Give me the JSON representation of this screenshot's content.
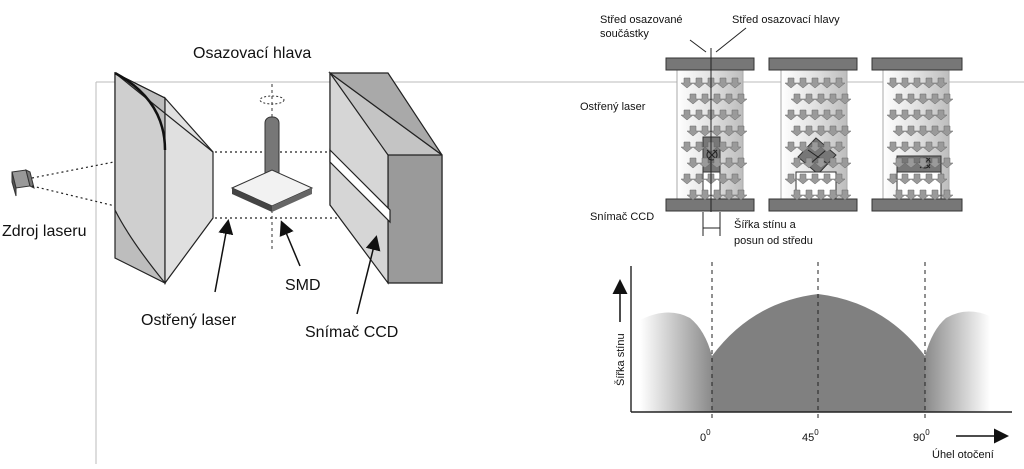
{
  "left_diagram": {
    "head_label": "Osazovací hlava",
    "laser_source_label": "Zdroj laseru",
    "focused_laser_label": "Ostřený laser",
    "smd_label": "SMD",
    "ccd_label": "Snímač CCD"
  },
  "right_diagram": {
    "component_center_label": [
      "Střed osazované",
      "součástky"
    ],
    "head_center_label": "Střed osazovací hlavy",
    "focused_laser_label": "Ostřený laser",
    "ccd_label": "Snímač CCD",
    "shadow_label": [
      "Šířka stínu a",
      "posun od středu"
    ]
  },
  "chart_data": {
    "type": "area",
    "title": "",
    "xlabel": "Úhel otočení",
    "ylabel": "Šířka stínu",
    "tick_base": [
      "0",
      "45",
      "90"
    ],
    "tick_sup": [
      "0",
      "0",
      "0"
    ],
    "x": [
      0,
      45,
      90
    ],
    "note": "shadow width is minimal at 0° and 90° and maximal at 45°",
    "colors": {
      "fill": "#808080"
    }
  }
}
